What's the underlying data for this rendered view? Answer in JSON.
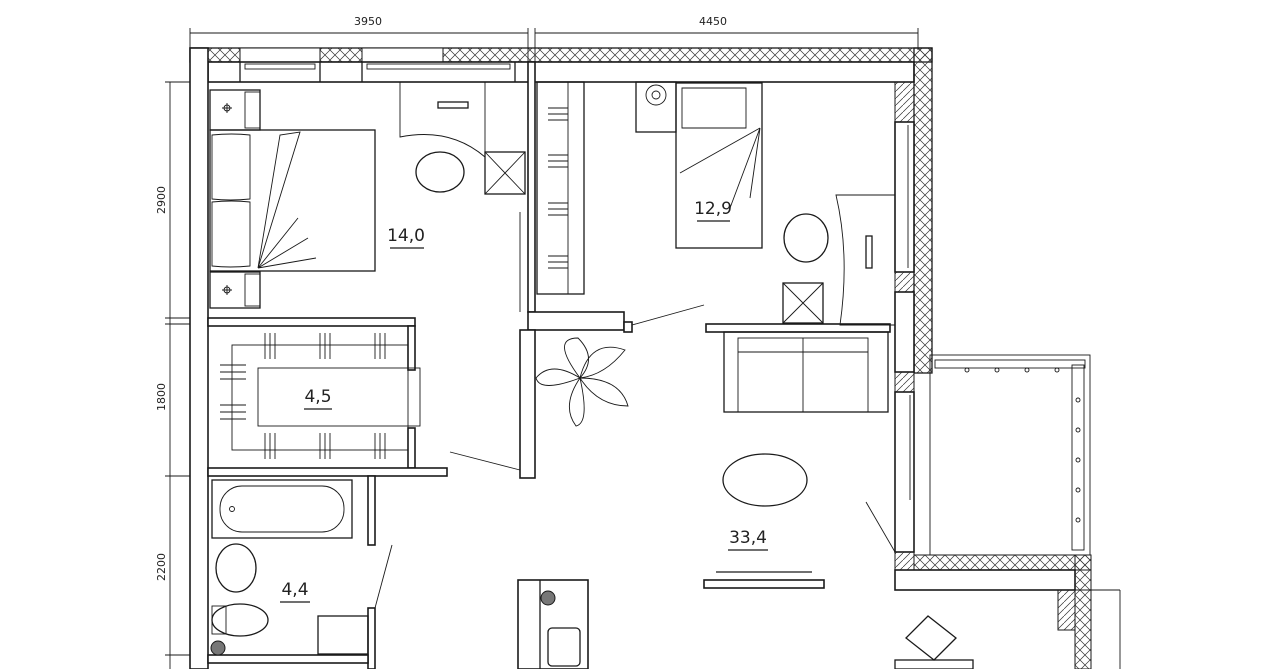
{
  "plan": {
    "dimensions": {
      "top_left": "3950",
      "top_right": "4450",
      "left_top": "2900",
      "left_middle": "1800",
      "left_bottom": "2200"
    },
    "rooms": [
      {
        "id": "bedroom",
        "area": "14,0"
      },
      {
        "id": "kids-room",
        "area": "12,9"
      },
      {
        "id": "wardrobe",
        "area": "4,5"
      },
      {
        "id": "bathroom",
        "area": "4,4"
      },
      {
        "id": "living-kitchen",
        "area": "33,4"
      }
    ],
    "colors": {
      "line": "#1a1a1a",
      "background": "#ffffff"
    }
  }
}
